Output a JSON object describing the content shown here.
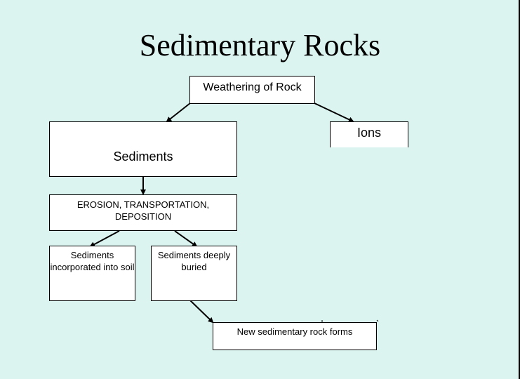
{
  "title": "Sedimentary Rocks",
  "nodes": {
    "weathering": "Weathering of Rock",
    "ions": "Ions",
    "sediments": "Sediments",
    "erosion": "EROSION, TRANSPORTATION, DEPOSITION",
    "soil": "Sediments incorporated into soil",
    "buried": "Sediments deeply buried",
    "new_rock": "New sedimentary rock forms"
  },
  "edges": [
    {
      "from": "weathering",
      "to": "sediments"
    },
    {
      "from": "weathering",
      "to": "ions"
    },
    {
      "from": "sediments",
      "to": "erosion"
    },
    {
      "from": "erosion",
      "to": "soil"
    },
    {
      "from": "erosion",
      "to": "buried"
    },
    {
      "from": "buried",
      "to": "new_rock"
    }
  ],
  "colors": {
    "background": "#dcf4f0",
    "box_fill": "#ffffff",
    "stroke": "#000000"
  }
}
